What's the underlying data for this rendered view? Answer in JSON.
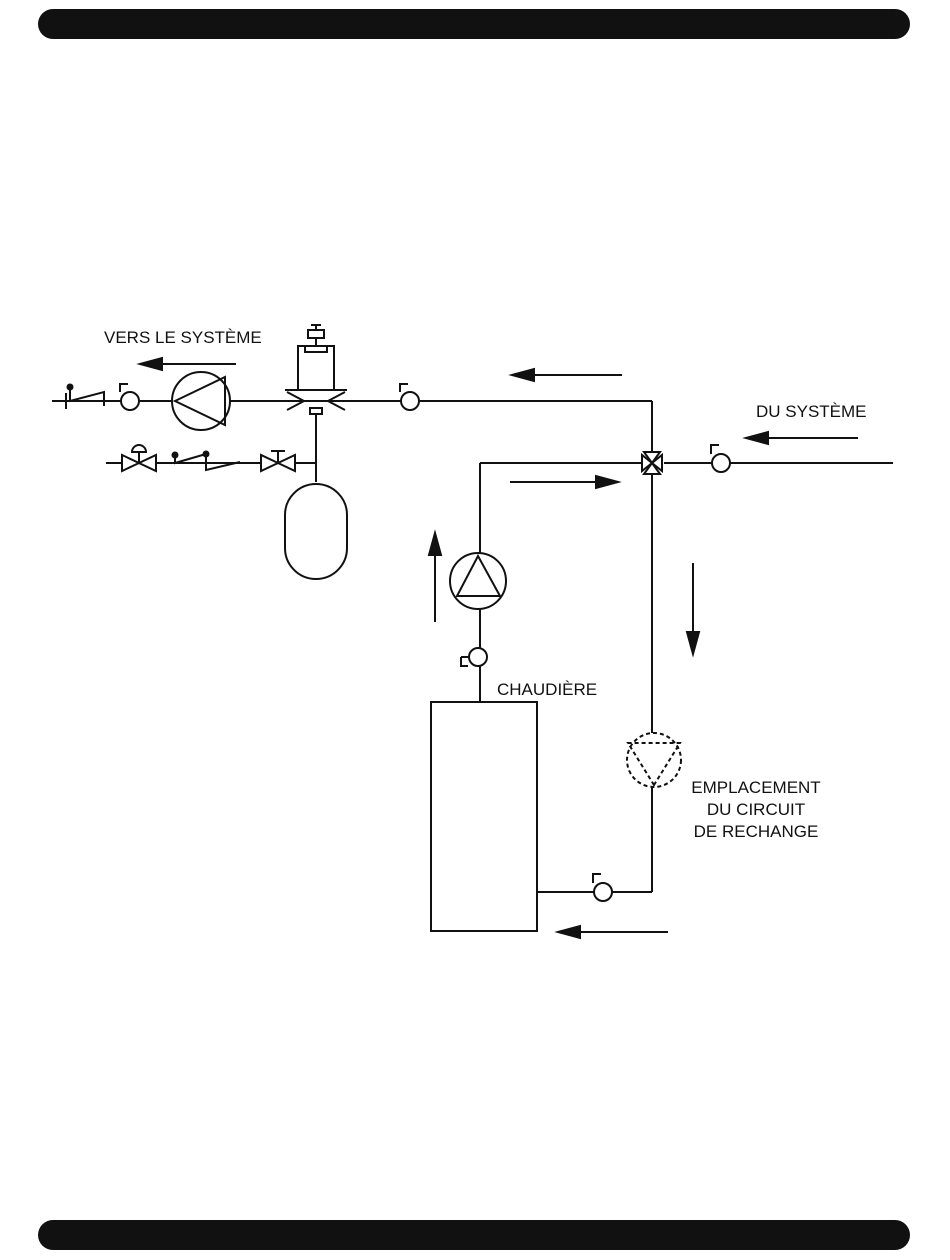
{
  "labels": {
    "to_system": "VERS LE SYSTÈME",
    "from_system": "DU SYSTÈME",
    "boiler": "CHAUDIÈRE",
    "alt_circuit_line1": "EMPLACEMENT",
    "alt_circuit_line2": "DU CIRCUIT",
    "alt_circuit_line3": "DE RECHANGE"
  },
  "colors": {
    "ink": "#111111",
    "band": "#111111",
    "background": "#ffffff"
  }
}
